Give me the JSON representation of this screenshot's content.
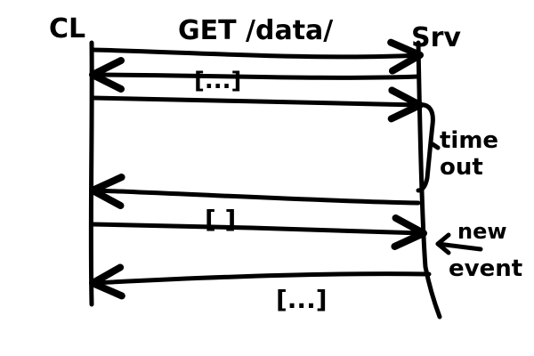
{
  "diagram": {
    "client_label": "CL",
    "server_label": "Srv",
    "request_label": "GET /data/",
    "payload_labels": [
      "[...]",
      "[ ]",
      "[...]"
    ],
    "timeout_label": [
      "time",
      "out"
    ],
    "new_event_label": [
      "new",
      "event"
    ],
    "ink_color": "#000000",
    "background_color": "#ffffff"
  }
}
